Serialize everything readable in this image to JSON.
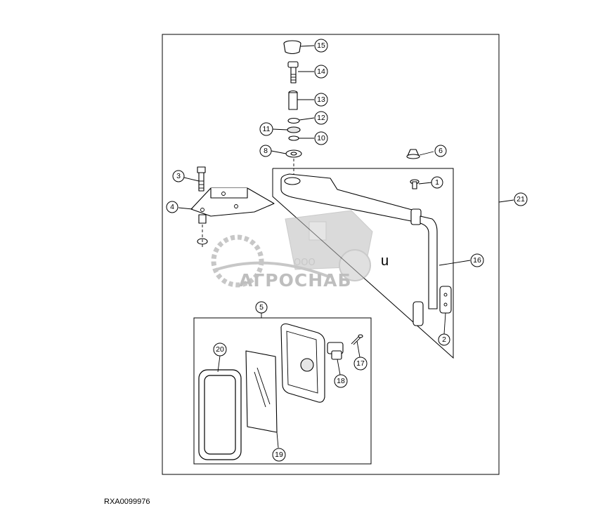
{
  "diagram": {
    "drawing_id": "RXA0099976",
    "callouts": [
      "1",
      "2",
      "3",
      "4",
      "5",
      "6",
      "8",
      "10",
      "11",
      "12",
      "13",
      "14",
      "15",
      "16",
      "17",
      "18",
      "19",
      "20",
      "21"
    ],
    "stray_mark": "u",
    "watermark": {
      "company": "ООО",
      "brand": "АГРОСНАБ"
    }
  }
}
